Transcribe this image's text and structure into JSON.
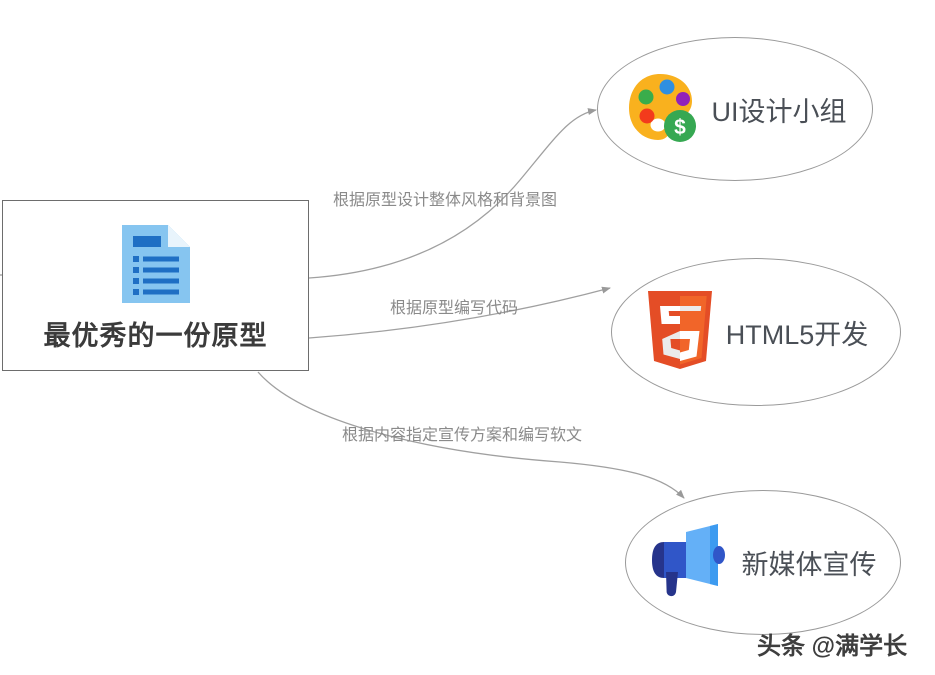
{
  "diagram": {
    "title": "最优秀的一份原型",
    "background_color": "#ffffff",
    "source_node": {
      "label": "最优秀的一份原型",
      "shape": "rectangle",
      "icon": "document-list-icon",
      "border_color": "#6d6d6d",
      "text_color": "#3b3b3b"
    },
    "target_nodes": [
      {
        "id": "ui-design",
        "label": "UI设计小组",
        "shape": "ellipse",
        "icon": "paint-palette-icon",
        "icon_colors": {
          "palette": "#f9b11e",
          "dot_blue": "#2f8fe0",
          "dot_green": "#3aad4b",
          "dot_purple": "#9122ba",
          "dot_red": "#f33b1c",
          "coin": "#36a852"
        },
        "border_color": "#9a9a9a",
        "text_color": "#4a4f56"
      },
      {
        "id": "html5-dev",
        "label": "HTML5开发",
        "shape": "ellipse",
        "icon": "html5-shield-icon",
        "icon_colors": {
          "shield_light": "#e44d26",
          "shield_dark": "#f16529",
          "glyph": "#ffffff",
          "glyph_shade": "#ebebeb"
        },
        "border_color": "#9a9a9a",
        "text_color": "#4a4f56"
      },
      {
        "id": "new-media",
        "label": "新媒体宣传",
        "shape": "ellipse",
        "icon": "megaphone-icon",
        "icon_colors": {
          "body_dark": "#26348b",
          "body_mid": "#3056c8",
          "cone_light": "#64b0f7",
          "cone_mid": "#3d9bf0"
        },
        "border_color": "#9a9a9a",
        "text_color": "#4a4f56"
      }
    ],
    "edges": [
      {
        "id": "edge-to-ui-design",
        "from": "source",
        "to": "ui-design",
        "label": "根据原型设计整体风格和背景图",
        "stroke_color": "#a0a0a0",
        "arrow": true
      },
      {
        "id": "edge-to-html5",
        "from": "source",
        "to": "html5-dev",
        "label": "根据原型编写代码",
        "stroke_color": "#a0a0a0",
        "arrow": true
      },
      {
        "id": "edge-to-new-media",
        "from": "source",
        "to": "new-media",
        "label": "根据内容指定宣传方案和编写软文",
        "stroke_color": "#a0a0a0",
        "arrow": true
      }
    ],
    "watermark": "头条 @满学长"
  }
}
